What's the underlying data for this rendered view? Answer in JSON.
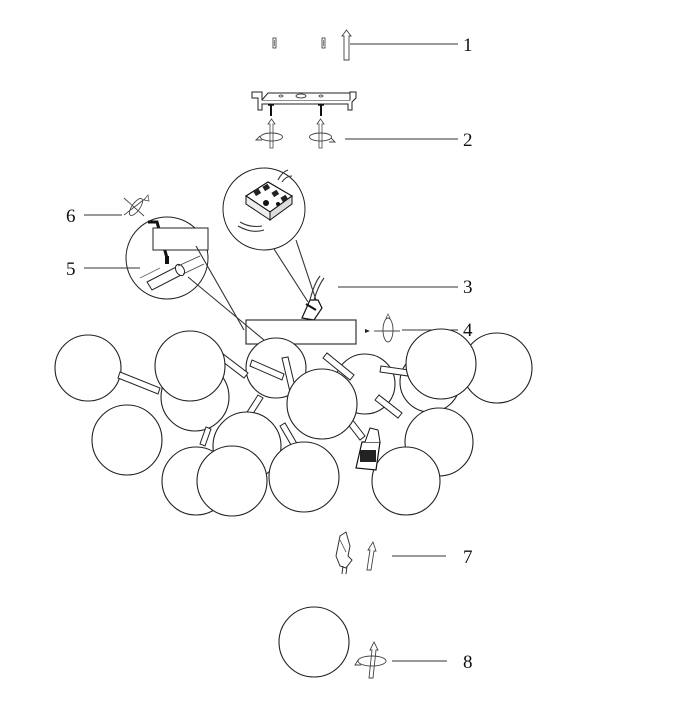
{
  "diagram": {
    "callouts": [
      {
        "id": "1",
        "label": "1"
      },
      {
        "id": "2",
        "label": "2"
      },
      {
        "id": "3",
        "label": "3"
      },
      {
        "id": "4",
        "label": "4"
      },
      {
        "id": "5",
        "label": "5"
      },
      {
        "id": "6",
        "label": "6"
      },
      {
        "id": "7",
        "label": "7"
      },
      {
        "id": "8",
        "label": "8"
      }
    ]
  },
  "colors": {
    "line": "#222222",
    "background": "#ffffff"
  }
}
